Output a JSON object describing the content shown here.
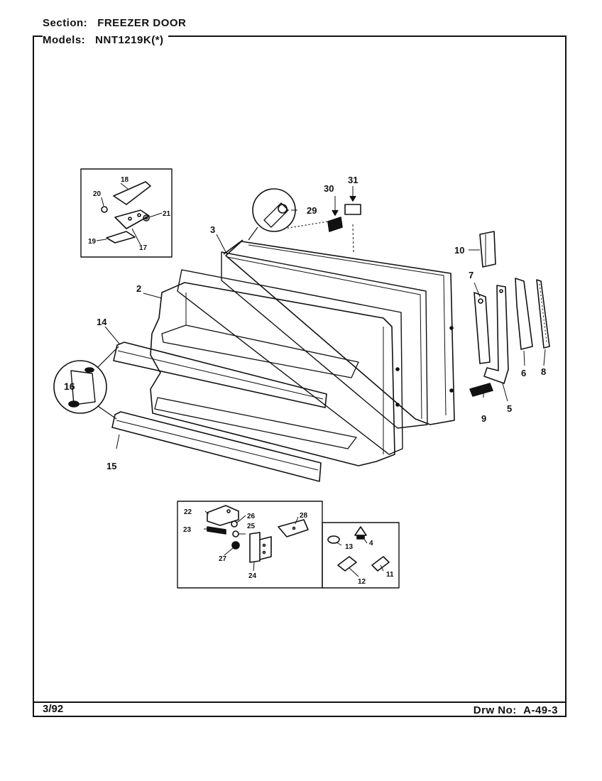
{
  "header": {
    "section_label": "Section:",
    "section_value": "FREEZER DOOR",
    "models_label": "Models:",
    "models_value": "NNT1219K(*)"
  },
  "footer": {
    "date": "3/92",
    "drawing_label": "Drw No:",
    "drawing_number": "A-49-3"
  },
  "callouts": {
    "p2": "2",
    "p3": "3",
    "p4": "4",
    "p5": "5",
    "p6": "6",
    "p7": "7",
    "p8": "8",
    "p9": "9",
    "p10": "10",
    "p11": "11",
    "p12": "12",
    "p13": "13",
    "p14": "14",
    "p15": "15",
    "p16": "16",
    "p17": "17",
    "p18": "18",
    "p19": "19",
    "p20": "20",
    "p21": "21",
    "p22": "22",
    "p23": "23",
    "p24": "24",
    "p25": "25",
    "p26": "26",
    "p27": "27",
    "p28": "28",
    "p29": "29",
    "p30": "30",
    "p31": "31"
  }
}
